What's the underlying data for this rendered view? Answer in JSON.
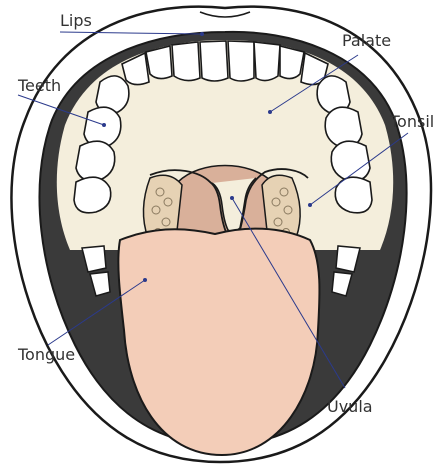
{
  "labels": {
    "lips": "Lips",
    "palate": "Palate",
    "teeth": "Teeth",
    "tonsil": "Tonsil",
    "tongue": "Tongue",
    "uvula": "Uvula"
  },
  "colors": {
    "outline": "#1a1a1a",
    "lips": "#ffffff",
    "mouth_dark": "#3a3a3a",
    "palate": "#f4eedc",
    "teeth": "#ffffff",
    "tonsil": "#e6d2b4",
    "throat": "#d9b09a",
    "tongue": "#f3cdb8",
    "leader": "#2b3a8c"
  }
}
